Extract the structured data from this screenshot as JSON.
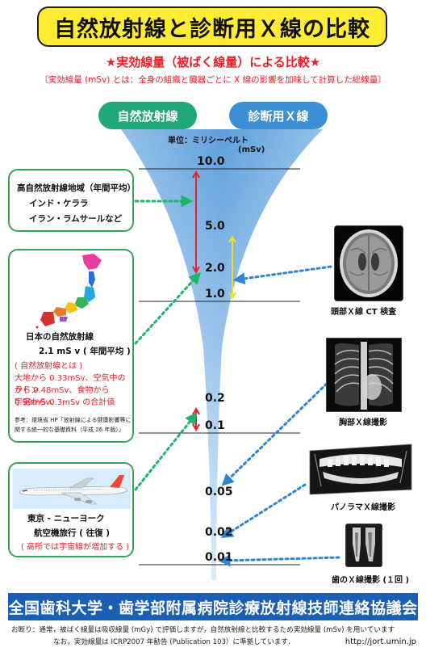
{
  "title": "自然放射線と診断用Ｘ線の比較",
  "subtitle": "★実効線量（被ばく線量）による比較★",
  "definition": "〔実効線量 (mSv) とは：全身の組織と臓器ごとに X 線の影響を加味して計算した総線量〕",
  "headers": {
    "natural": "自然放射線",
    "medical": "診断用Ｘ線"
  },
  "unit_label": "単位：ミリシーベルト",
  "unit_abbrev": "(mSv)",
  "scale": {
    "ticks_label": [
      "10.0",
      "5.0",
      "2.0",
      "1.0",
      "0.2",
      "0.1",
      "0.05",
      "0.02",
      "0.01"
    ],
    "ticks_value": [
      10.0,
      5.0,
      2.0,
      1.0,
      0.2,
      0.1,
      0.05,
      0.02,
      0.01
    ],
    "reference_lines": [
      10.0,
      1.0,
      0.1,
      0.01
    ]
  },
  "natural": {
    "high_area": {
      "heading": "高自然放射線地域（年間平均）",
      "line1": "インド・ケララ",
      "line2": "イラン・ラムサールなど",
      "range": [
        2.0,
        10.0
      ]
    },
    "japan": {
      "heading": "日本の自然放射線",
      "value_text": "2.1 mS v ( 年間平均 )",
      "detail_title": "( 自然放射線とは )",
      "detail_lines": [
        "大地から 0.33mSv、空気中のラドン",
        "から 0.48mSv、食物から 0.99mSv、",
        "宇宙から 0.3mSv の合計値"
      ],
      "reference_lines": [
        "参考：環境省 HP「放射線による健康影響等に",
        "関する統一的な基礎資料（平成 26 年版）」"
      ],
      "value": 2.1
    },
    "flight": {
      "route": "東京 - ニューヨーク",
      "label": "航空機旅行 ( 往復 )",
      "note": "( 高所では宇宙線が増加する )",
      "range": [
        0.1,
        0.2
      ]
    }
  },
  "medical": [
    {
      "caption": "頭部Ｘ線 CT 検査",
      "range": [
        1.0,
        5.0
      ],
      "arrow_to": 1.8,
      "icon": "head-ct-image"
    },
    {
      "caption": "胸部Ｘ線撮影",
      "arrow_to": 0.06,
      "icon": "chest-xray-image"
    },
    {
      "caption": "パノラマＸ線撮影",
      "arrow_to": 0.02,
      "icon": "panoramic-xray-image"
    },
    {
      "caption": "歯のＸ線撮影 (１回 )",
      "arrow_to": 0.01,
      "icon": "dental-xray-image"
    }
  ],
  "footer": {
    "organization": "全国歯科大学・歯学部附属病院診療放射線技師連絡協議会",
    "note1": "お断り：通常，被ばく線量は吸収線量 (mGy) で評価しますが，自然放射線と比較するため実効線量 (mSv) を用いています",
    "note2": "なお，実効線量は ICRP2007 年勧告 (Publication 103）に準拠しています．",
    "website": "http://jort.umin.jp"
  },
  "colors": {
    "natural": "#22a77a",
    "medical": "#3c8fd4",
    "title_bg": "#ffec33",
    "emphasis": "#e8202a",
    "footer_bg": "#1a5fb4",
    "box_border": "#3aa35b",
    "range_red": "#e8202a",
    "range_yellow": "#f0e020"
  }
}
